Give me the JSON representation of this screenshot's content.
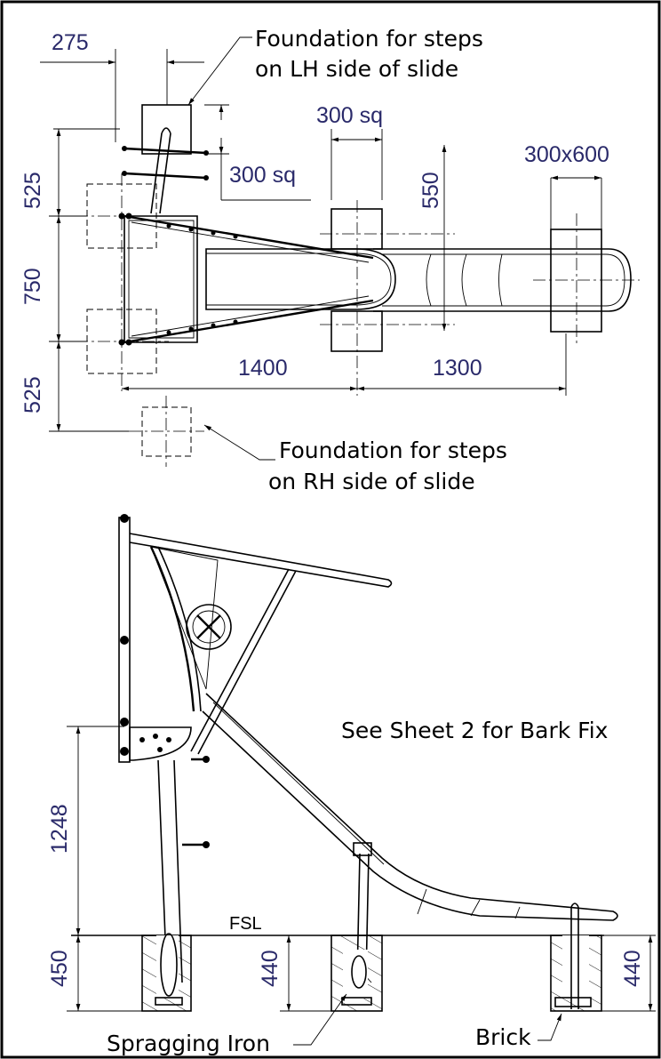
{
  "dimensions": {
    "d275": "275",
    "d300sq_top": "300 sq",
    "d300sq_side": "300 sq",
    "d550": "550",
    "d300x600": "300x600",
    "d525_top": "525",
    "d750": "750",
    "d525_bottom": "525",
    "d1400": "1400",
    "d1300": "1300",
    "d1248": "1248",
    "d450": "450",
    "d440_mid": "440",
    "d440_right": "440"
  },
  "labels": {
    "lh_steps_line1": "Foundation for steps",
    "lh_steps_line2": "on LH side of slide",
    "rh_steps_line1": "Foundation for steps",
    "rh_steps_line2": "on RH side of slide",
    "bark_fix": "See Sheet 2 for Bark Fix",
    "fsl": "FSL",
    "spragging_iron": "Spragging Iron",
    "brick": "Brick"
  }
}
